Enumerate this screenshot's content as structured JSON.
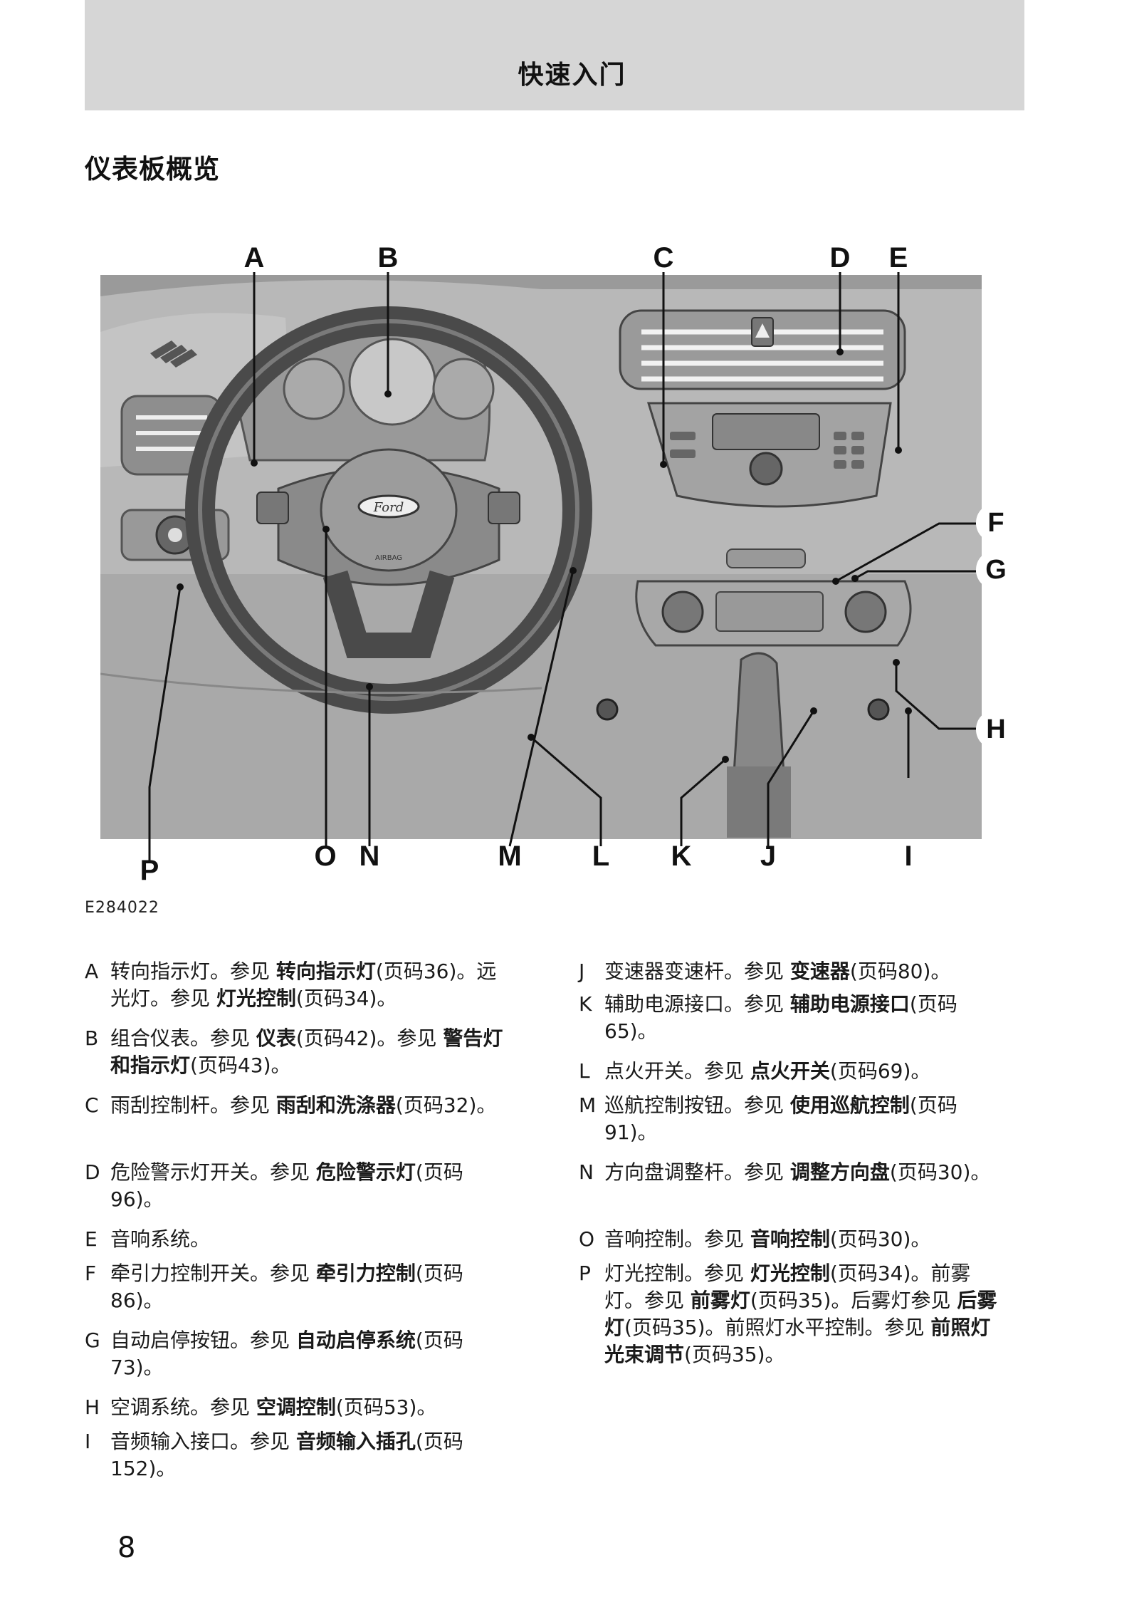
{
  "header": {
    "title": "快速入门"
  },
  "section_title": "仪表板概览",
  "figure": {
    "callouts_top": [
      "A",
      "B",
      "C",
      "D",
      "E"
    ],
    "callouts_side": [
      "F",
      "G",
      "H"
    ],
    "callouts_bottom": [
      "P",
      "O",
      "N",
      "M",
      "L",
      "K",
      "J",
      "I"
    ],
    "image_code": "E284022",
    "brand_badge": "Ford",
    "airbag_text": "AIRBAG"
  },
  "entries_left": [
    {
      "letter": "A",
      "parts": [
        {
          "t": "转向指示灯。参见 "
        },
        {
          "t": "转向指示灯",
          "b": true
        },
        {
          "t": "(页码36)。远光灯。参见 "
        },
        {
          "t": "灯光控制",
          "b": true
        },
        {
          "t": "(页码34)。"
        }
      ]
    },
    {
      "letter": "B",
      "parts": [
        {
          "t": "组合仪表。参见 "
        },
        {
          "t": "仪表",
          "b": true
        },
        {
          "t": "(页码42)。参见 "
        },
        {
          "t": "警告灯和指示灯",
          "b": true
        },
        {
          "t": "(页码43)。"
        }
      ]
    },
    {
      "letter": "C",
      "parts": [
        {
          "t": "雨刮控制杆。参见 "
        },
        {
          "t": "雨刮和洗涤器",
          "b": true
        },
        {
          "t": "(页码32)。"
        }
      ]
    },
    {
      "letter": "D",
      "parts": [
        {
          "t": "危险警示灯开关。参见 "
        },
        {
          "t": "危险警示灯",
          "b": true
        },
        {
          "t": "(页码96)。"
        }
      ]
    },
    {
      "letter": "E",
      "parts": [
        {
          "t": "音响系统。"
        }
      ]
    },
    {
      "letter": "F",
      "parts": [
        {
          "t": "牵引力控制开关。参见 "
        },
        {
          "t": "牵引力控制",
          "b": true
        },
        {
          "t": "(页码86)。"
        }
      ]
    },
    {
      "letter": "G",
      "parts": [
        {
          "t": "自动启停按钮。参见 "
        },
        {
          "t": "自动启停系统",
          "b": true
        },
        {
          "t": "(页码73)。"
        }
      ]
    },
    {
      "letter": "H",
      "parts": [
        {
          "t": "空调系统。参见 "
        },
        {
          "t": "空调控制",
          "b": true
        },
        {
          "t": "(页码53)。"
        }
      ]
    },
    {
      "letter": "I",
      "parts": [
        {
          "t": "音频输入接口。参见 "
        },
        {
          "t": "音频输入插孔",
          "b": true
        },
        {
          "t": "(页码152)。"
        }
      ]
    }
  ],
  "entries_right": [
    {
      "letter": "J",
      "parts": [
        {
          "t": "变速器变速杆。参见 "
        },
        {
          "t": "变速器",
          "b": true
        },
        {
          "t": "(页码80)。"
        }
      ]
    },
    {
      "letter": "K",
      "parts": [
        {
          "t": "辅助电源接口。参见 "
        },
        {
          "t": "辅助电源接口",
          "b": true
        },
        {
          "t": "(页码65)。"
        }
      ]
    },
    {
      "letter": "L",
      "parts": [
        {
          "t": "点火开关。参见 "
        },
        {
          "t": "点火开关",
          "b": true
        },
        {
          "t": "(页码69)。"
        }
      ]
    },
    {
      "letter": "M",
      "parts": [
        {
          "t": "巡航控制按钮。参见 "
        },
        {
          "t": "使用巡航控制",
          "b": true
        },
        {
          "t": "(页码91)。"
        }
      ]
    },
    {
      "letter": "N",
      "parts": [
        {
          "t": "方向盘调整杆。参见 "
        },
        {
          "t": "调整方向盘",
          "b": true
        },
        {
          "t": "(页码30)。"
        }
      ]
    },
    {
      "letter": "O",
      "parts": [
        {
          "t": "音响控制。参见 "
        },
        {
          "t": "音响控制",
          "b": true
        },
        {
          "t": "(页码30)。"
        }
      ]
    },
    {
      "letter": "P",
      "parts": [
        {
          "t": "灯光控制。参见 "
        },
        {
          "t": "灯光控制",
          "b": true
        },
        {
          "t": "(页码34)。前雾灯。参见 "
        },
        {
          "t": "前雾灯",
          "b": true
        },
        {
          "t": "(页码35)。后雾灯参见 "
        },
        {
          "t": "后雾灯",
          "b": true
        },
        {
          "t": "(页码35)。前照灯水平控制。参见 "
        },
        {
          "t": "前照灯光束调节",
          "b": true
        },
        {
          "t": "(页码35)。"
        }
      ]
    }
  ],
  "page_number": "8"
}
